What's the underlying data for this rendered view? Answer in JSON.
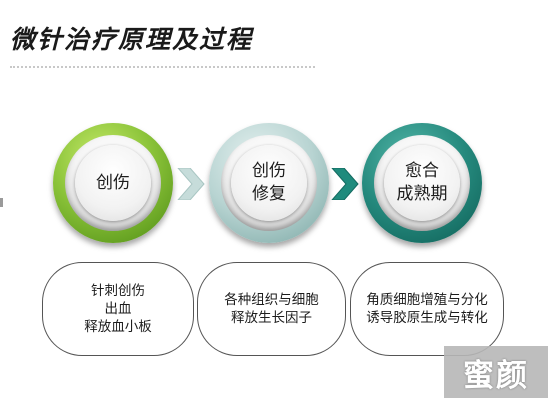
{
  "title": "微针治疗原理及过程",
  "steps": [
    {
      "lines": [
        "创伤"
      ],
      "color": "#8cc43a"
    },
    {
      "lines": [
        "创伤",
        "修复"
      ],
      "color": "#b8d4d2"
    },
    {
      "lines": [
        "愈合",
        "成熟期"
      ],
      "color": "#25897d"
    }
  ],
  "arrows": [
    {
      "color": "#b8d4d2"
    },
    {
      "color": "#25897d"
    }
  ],
  "descriptions": [
    {
      "lines": [
        "针刺创伤",
        "出血",
        "释放血小板"
      ]
    },
    {
      "lines": [
        "各种组织与细胞",
        "释放生长因子"
      ]
    },
    {
      "lines": [
        "角质细胞增殖与分化",
        "诱导胶原生成与转化"
      ]
    }
  ],
  "watermark": "蜜颜"
}
